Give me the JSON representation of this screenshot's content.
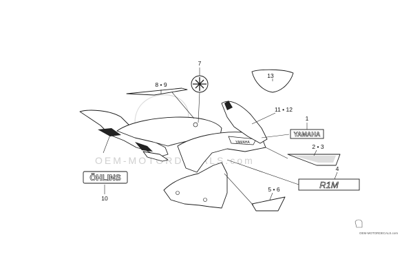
{
  "watermark": {
    "text": "OEM-MOTORDECALS.com"
  },
  "footer": {
    "text": "OEM-MOTORDECALS.com"
  },
  "callouts": {
    "c1": "1",
    "c23": "2 • 3",
    "c4": "4",
    "c56": "5 • 6",
    "c7": "7",
    "c89": "8 • 9",
    "c10": "10",
    "c1112": "11 • 12",
    "c13": "13"
  },
  "decals": {
    "yamaha": "YAMAHA",
    "ohlins": "ÖHLINS",
    "r1m": "R1M",
    "tank_small": "YAMAHA"
  },
  "colors": {
    "line": "#1a1a1a",
    "red": "#c8102e",
    "dark": "#222222",
    "watermark": "#cfcfcf"
  }
}
